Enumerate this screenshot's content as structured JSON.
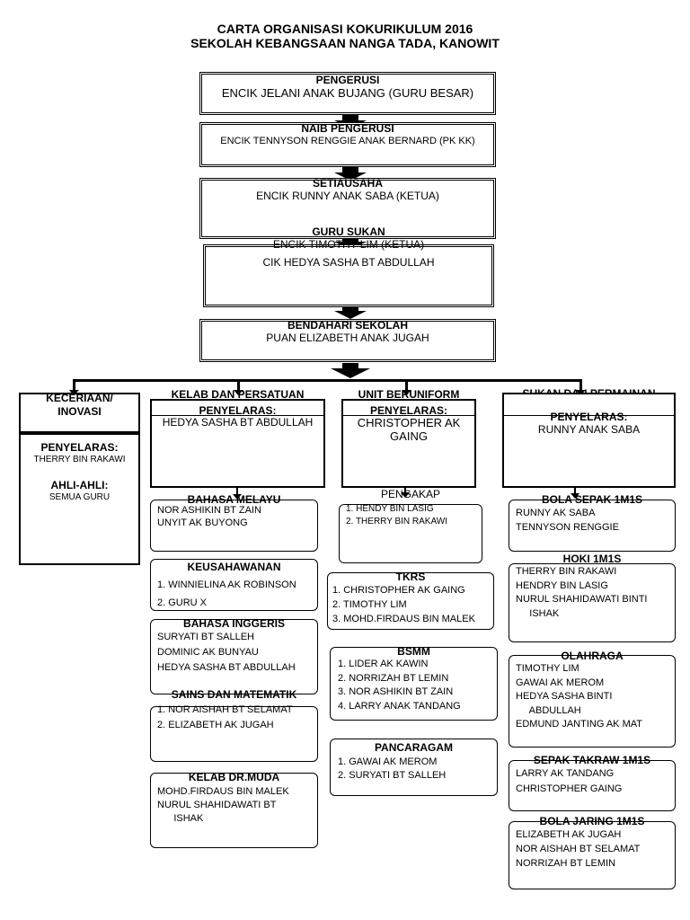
{
  "title": {
    "line1": "CARTA ORGANISASI KOKURIKULUM 2016",
    "line2": "SEKOLAH KEBANGSAAN NANGA TADA, KANOWIT"
  },
  "chain": [
    {
      "role": "PENGERUSI",
      "names": [
        "ENCIK JELANI ANAK BUJANG (GURU BESAR)"
      ]
    },
    {
      "role": "NAIB PENGERUSI",
      "names": [
        "ENCIK TENNYSON RENGGIE ANAK BERNARD (PK KK)"
      ]
    },
    {
      "role": "SETIAUSAHA",
      "names": [
        "ENCIK RUNNY ANAK SABA (KETUA)"
      ]
    },
    {
      "role": "GURU SUKAN",
      "names": [
        "ENCIK TIMOTHY LIM (KETUA)",
        "CIK HEDYA SASHA BT ABDULLAH"
      ]
    },
    {
      "role": "BENDAHARI SEKOLAH",
      "names": [
        "PUAN ELIZABETH ANAK JUGAH"
      ]
    }
  ],
  "columns": {
    "keceriaan": {
      "title1": "KECERIAAN/",
      "title2": "INOVASI",
      "coord_label": "PENYELARAS:",
      "coord": "THERRY BIN RAKAWI",
      "members_label": "AHLI-AHLI:",
      "members": "SEMUA GURU"
    },
    "kelab": {
      "title": "KELAB DAN PERSATUAN",
      "coord_label": "PENYELARAS:",
      "coord": "HEDYA SASHA BT ABDULLAH"
    },
    "unit": {
      "title": "UNIT BERUNIFORM",
      "coord_label": "PENYELARAS:",
      "coord1": "CHRISTOPHER AK",
      "coord2": "GAING"
    },
    "sukan": {
      "title": "SUKAN DAN PERMAINAN",
      "coord_label": "PENYELARAS:",
      "coord": "RUNNY ANAK SABA"
    }
  },
  "kelab_units": [
    {
      "title": "BAHASA MELAYU",
      "lines": [
        "NOR ASHIKIN BT ZAIN",
        "UNYIT AK BUYONG"
      ]
    },
    {
      "title": "KEUSAHAWANAN",
      "lines": [
        "1.  WINNIELINA AK ROBINSON",
        "2. GURU X"
      ]
    },
    {
      "title": "BAHASA INGGERIS",
      "lines": [
        "SURYATI BT SALLEH",
        "DOMINIC AK BUNYAU",
        "HEDYA SASHA BT ABDULLAH"
      ]
    },
    {
      "title": "SAINS DAN MATEMATIK",
      "lines": [
        "1. NOR AISHAH BT SELAMAT",
        "2. ELIZABETH AK JUGAH"
      ]
    },
    {
      "title": "KELAB DR.MUDA",
      "lines": [
        "MOHD.FIRDAUS BIN MALEK",
        "NURUL SHAHIDAWATI BT",
        "      ISHAK"
      ]
    }
  ],
  "unit_units": [
    {
      "title": "PENGAKAP",
      "lines": [
        "1. HENDY BIN LASIG",
        "2. THERRY BIN RAKAWI"
      ]
    },
    {
      "title": "TKRS",
      "lines": [
        "1. CHRISTOPHER AK GAING",
        "2. TIMOTHY LIM",
        "3. MOHD.FIRDAUS BIN MALEK"
      ]
    },
    {
      "title": "BSMM",
      "lines": [
        "1.  LIDER AK KAWIN",
        "2.  NORRIZAH BT LEMIN",
        "3.  NOR ASHIKIN BT ZAIN",
        "4.  LARRY ANAK TANDANG"
      ]
    },
    {
      "title": "PANCARAGAM",
      "lines": [
        "1.  GAWAI AK MEROM",
        "2.  SURYATI BT SALLEH"
      ]
    }
  ],
  "sukan_units": [
    {
      "title": "BOLA SEPAK 1M1S",
      "lines": [
        "RUNNY AK SABA",
        "TENNYSON RENGGIE"
      ]
    },
    {
      "title": "HOKI 1M1S",
      "lines": [
        "THERRY BIN RAKAWI",
        "HENDRY BIN LASIG",
        "NURUL SHAHIDAWATI BINTI",
        "     ISHAK"
      ]
    },
    {
      "title": "OLAHRAGA",
      "lines": [
        "TIMOTHY LIM",
        "GAWAI AK MEROM",
        "HEDYA SASHA BINTI",
        "     ABDULLAH",
        "EDMUND JANTING AK MAT"
      ]
    },
    {
      "title": "SEPAK TAKRAW 1M1S",
      "lines": [
        "LARRY AK TANDANG",
        "CHRISTOPHER GAING"
      ]
    },
    {
      "title": "BOLA JARING 1M1S",
      "lines": [
        "ELIZABETH AK JUGAH",
        "NOR AISHAH BT SELAMAT",
        "NORRIZAH BT LEMIN"
      ]
    }
  ]
}
